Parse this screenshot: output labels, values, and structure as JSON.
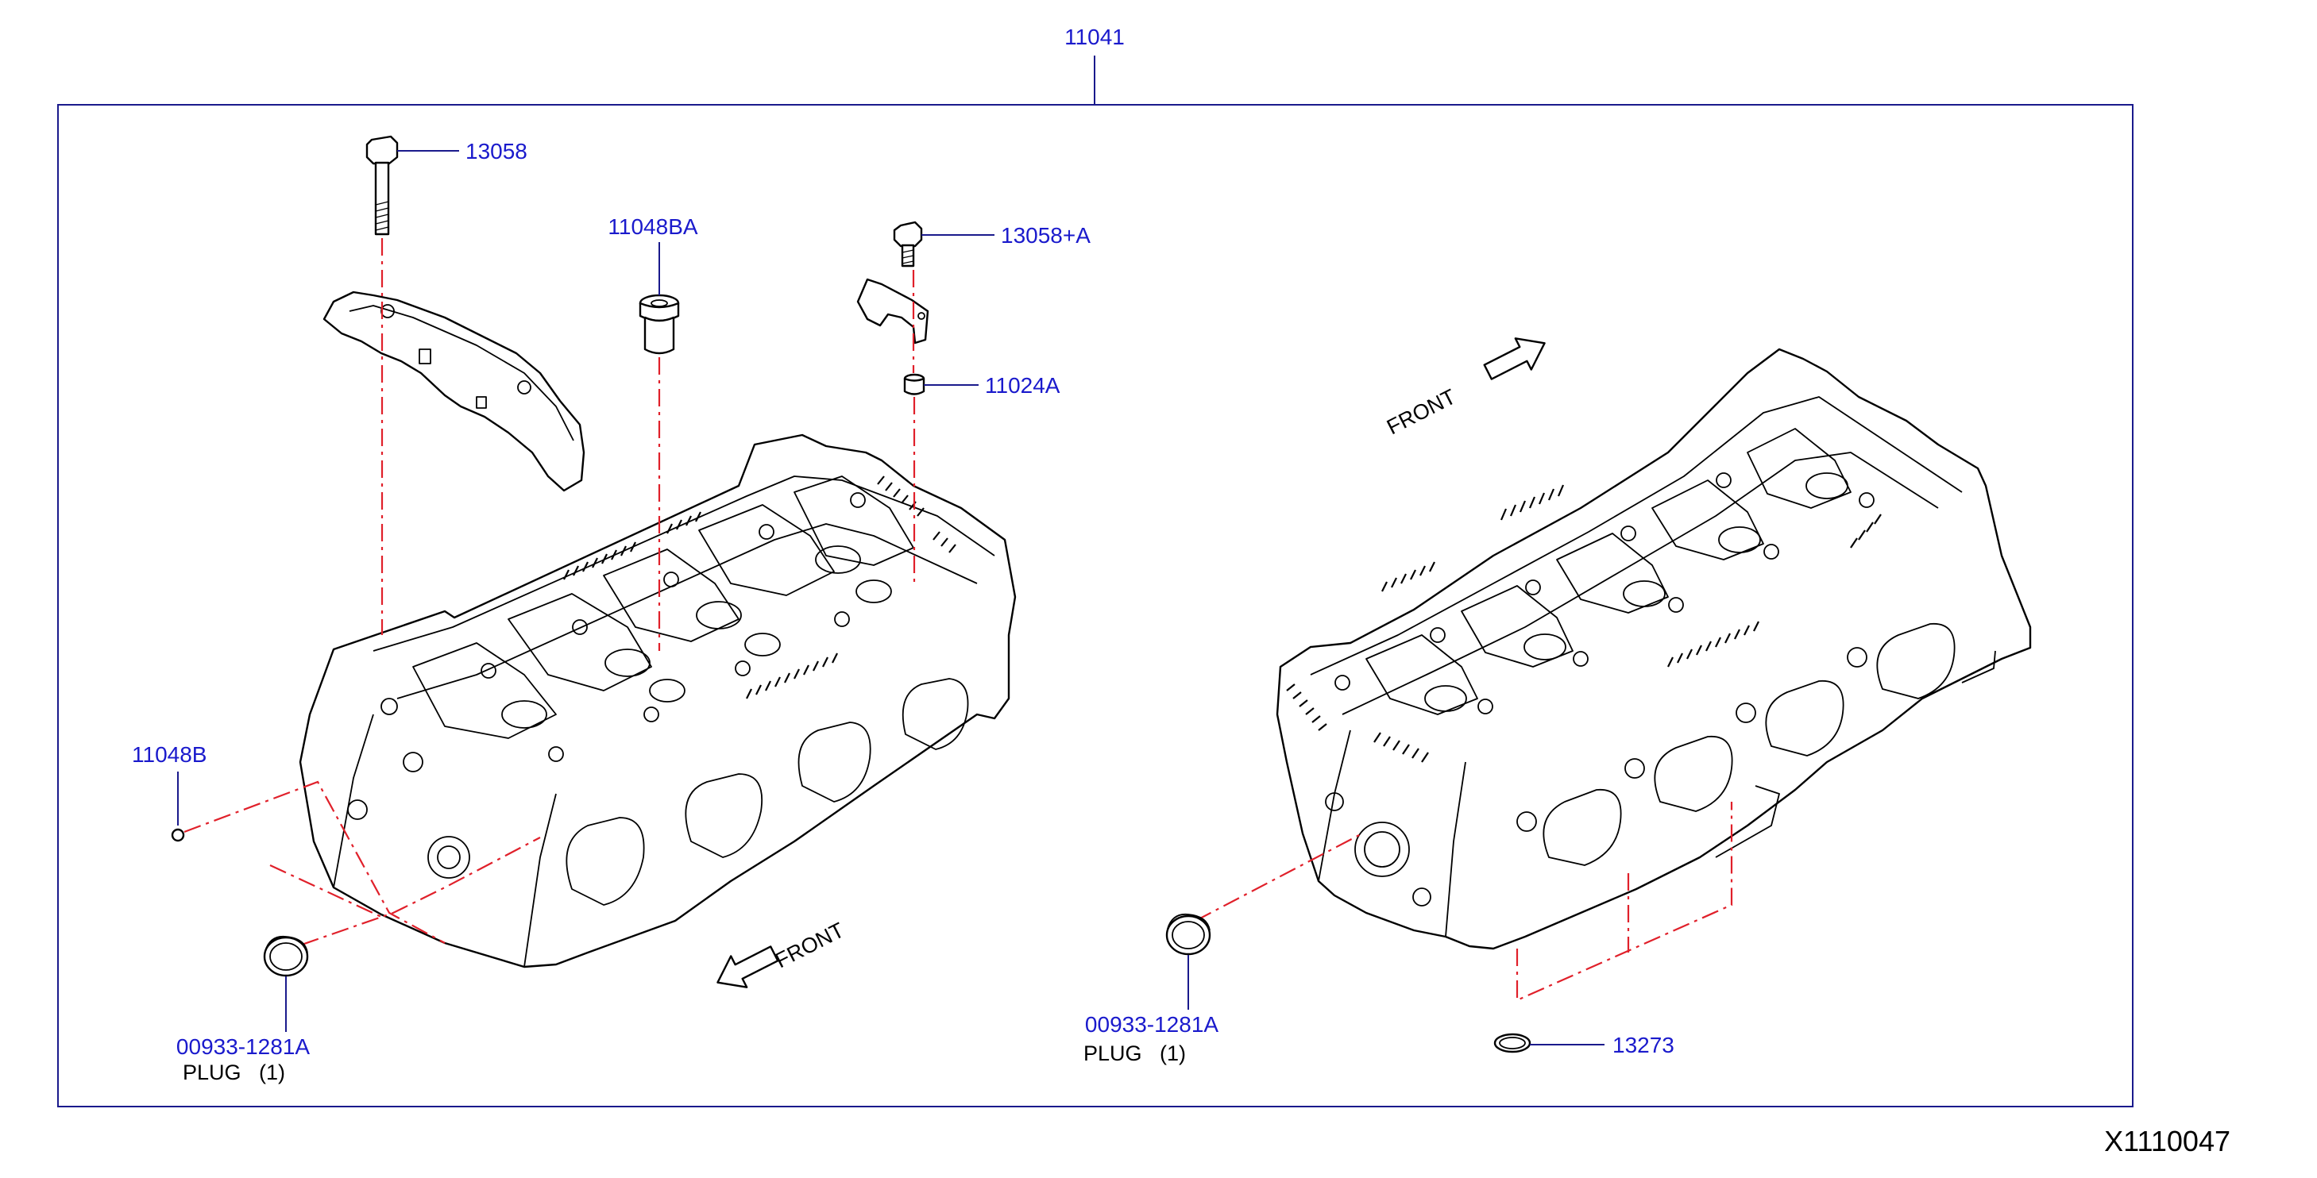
{
  "callouts": {
    "assembly": "11041",
    "bolt_long": "13058",
    "bolt_short": "13058+A",
    "plug_top": "11048BA",
    "dowel": "11024A",
    "plug_small": "11048B",
    "plug_left": "00933-1281A",
    "plug_right": "00933-1281A",
    "seal": "13273"
  },
  "notes": {
    "plug_left": "PLUG   (1)",
    "plug_right": "PLUG   (1)"
  },
  "front_labels": {
    "left": "FRONT",
    "right": "FRONT"
  },
  "diagram_id": "X1110047",
  "colors": {
    "callout_text": "#1a1acc",
    "frame": "#1a1a8c",
    "dash_line": "#e0202a"
  }
}
